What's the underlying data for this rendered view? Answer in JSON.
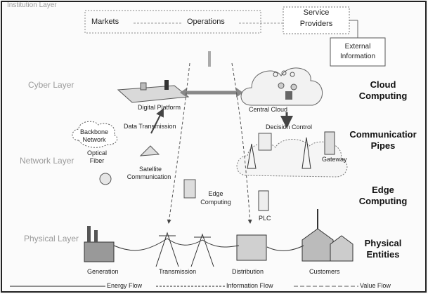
{
  "layers": {
    "institution": "Institution Layer",
    "cyber": "Cyber Layer",
    "network": "Network Layer",
    "physical": "Physical Layer"
  },
  "boxes": {
    "markets": "Markets",
    "operations": "Operations",
    "service_providers_1": "Service",
    "service_providers_2": "Providers",
    "external_info_1": "External",
    "external_info_2": "Information"
  },
  "side_labels": {
    "cloud_1": "Cloud",
    "cloud_2": "Computing",
    "comm_1": "Communicatior",
    "comm_2": "Pipes",
    "edge_1": "Edge",
    "edge_2": "Computing",
    "phys_1": "Physical",
    "phys_2": "Entities"
  },
  "nodes": {
    "digital_platform": "Digital Platform",
    "central_cloud": "Central Cloud",
    "decision_control": "Decision Control",
    "data_transmission": "Data Transmission",
    "backbone_1": "Backbone",
    "backbone_2": "Network",
    "optical_1": "Optical",
    "optical_2": "Fiber",
    "satellite_1": "Satellite",
    "satellite_2": "Communication",
    "edge_c_1": "Edge",
    "edge_c_2": "Computing",
    "gateway": "Gateway",
    "plc": "PLC",
    "generation": "Generation",
    "transmission": "Transmission",
    "distribution": "Distribution",
    "customers": "Customers"
  },
  "legend": {
    "energy": "Energy Flow",
    "information": "Information Flow",
    "value": "Value Flow"
  }
}
